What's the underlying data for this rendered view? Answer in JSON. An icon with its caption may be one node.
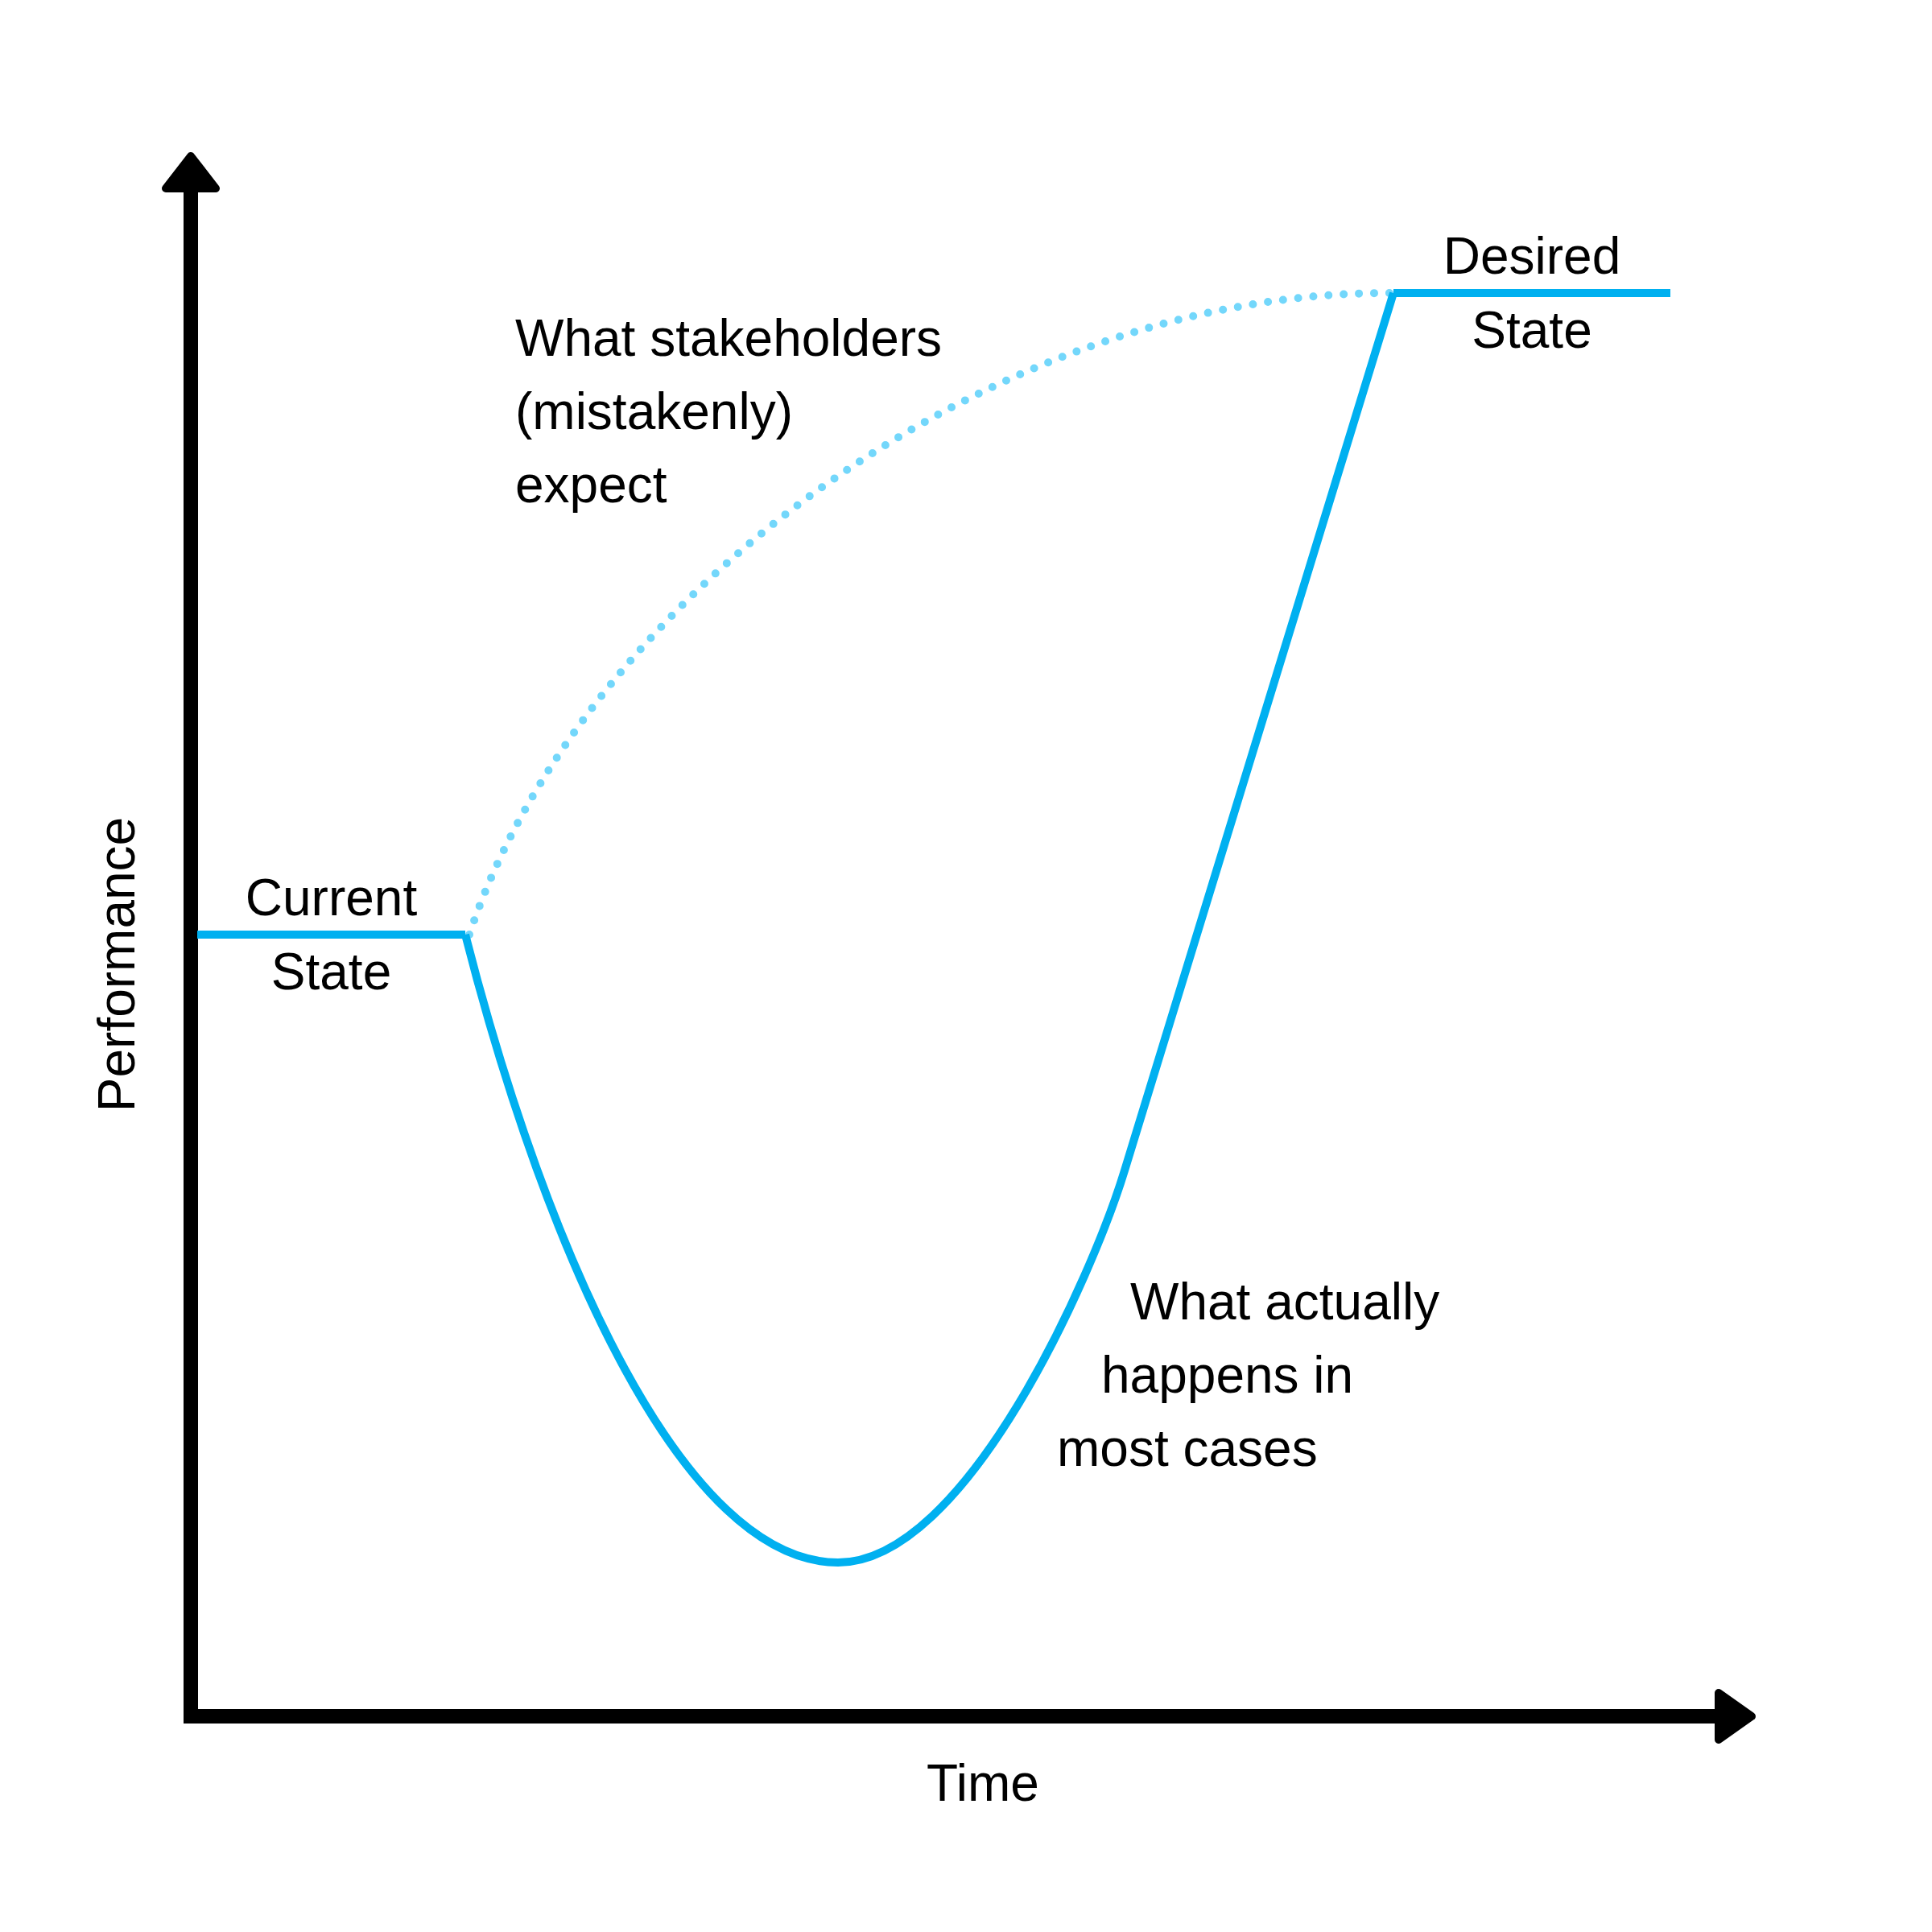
{
  "diagram": {
    "nodes": [
      {
        "text": [
          "Current",
          "State"
        ]
      },
      {
        "text": [
          "Desired",
          "State"
        ]
      }
    ],
    "edges": [
      {
        "from": 0,
        "to": 1,
        "arrow": "none",
        "label": "What stakeholders (mistakenly) expect",
        "style": "dashed",
        "color": "#73d7fb"
      },
      {
        "from": 0,
        "to": 1,
        "arrow": "none",
        "label": "What actually happens in most cases",
        "color": "#00b0f0"
      }
    ],
    "labels": [
      "Performance",
      "Time"
    ]
  }
}
